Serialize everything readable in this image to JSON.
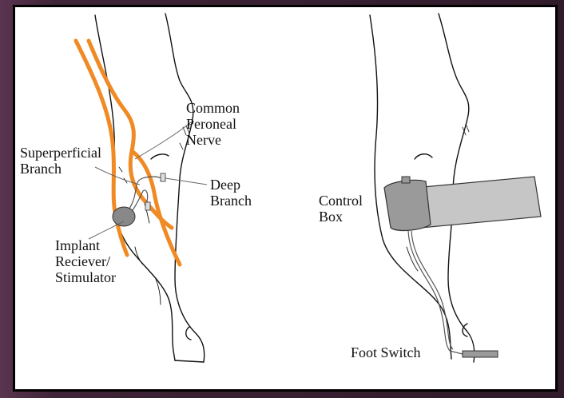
{
  "labels": {
    "common_peroneal_nerve": "Common\nPeroneal\nNerve",
    "superficial_branch": "Superperficial\nBranch",
    "deep_branch": "Deep\nBranch",
    "implant": "Implant\nReciever/\nStimulator",
    "control_box": "Control\nBox",
    "foot_switch": "Foot Switch"
  },
  "colors": {
    "nerve": "#f08a24",
    "ink": "#111111",
    "device": "#9a9a9a",
    "cuff": "#c6c6c6"
  }
}
